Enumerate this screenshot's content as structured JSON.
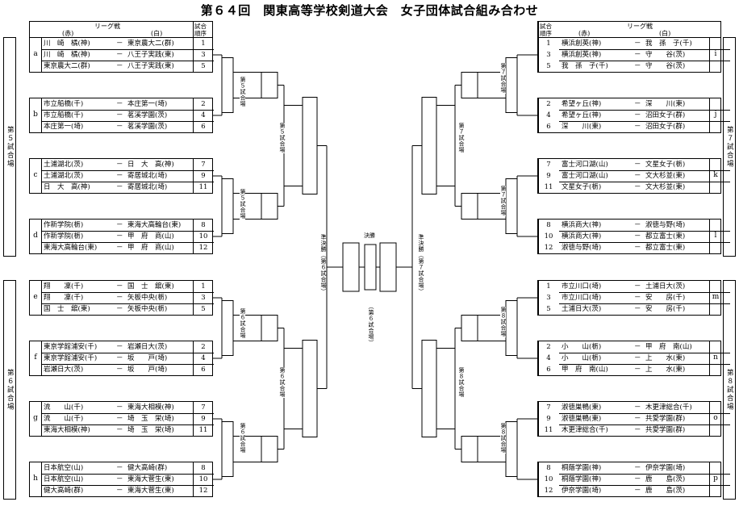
{
  "title": "第６４回　関東高等学校剣道大会　女子団体試合組み合わせ",
  "header": {
    "league": "リーグ戦",
    "red": "(赤)",
    "white": "(白)",
    "order": "試合\n順序"
  },
  "venues": {
    "v5": "第５試合場",
    "v6": "第６試合場",
    "v7": "第７試合場",
    "v8": "第８試合場"
  },
  "round_labels": {
    "r1_5a": "第５試合場",
    "r1_5b": "第５試合場",
    "r2_5": "第５試合場",
    "r1_6a": "第６試合場",
    "r1_6b": "第６試合場",
    "r2_6": "第６試合場",
    "r1_7a": "第７試合場",
    "r1_7b": "第７試合場",
    "r2_7": "第７試合場",
    "r1_8a": "第８試合場",
    "r1_8b": "第８試合場",
    "r2_8": "第８試合場",
    "semi_left": "準決勝（第６試合場）",
    "semi_right": "準決勝（第７試合場）",
    "final": "決勝",
    "final_venue": "（第６試合場）"
  },
  "left_groups": [
    {
      "id": "a",
      "matches": [
        {
          "red": "川　崎　橘(神)",
          "white": "東京農大二(群)",
          "order": "1"
        },
        {
          "red": "川　崎　橘(神)",
          "white": "八王子実践(東)",
          "order": "3"
        },
        {
          "red": "東京農大二(群)",
          "white": "八王子実践(東)",
          "order": "5"
        }
      ]
    },
    {
      "id": "b",
      "matches": [
        {
          "red": "市立船橋(千)",
          "white": "本庄第一(埼)",
          "order": "2"
        },
        {
          "red": "市立船橋(千)",
          "white": "茗溪学園(茨)",
          "order": "4"
        },
        {
          "red": "本庄第一(埼)",
          "white": "茗溪学園(茨)",
          "order": "6"
        }
      ]
    },
    {
      "id": "c",
      "matches": [
        {
          "red": "土浦湖北(茨)",
          "white": "日　大　高(神)",
          "order": "7"
        },
        {
          "red": "土浦湖北(茨)",
          "white": "寄居城北(埼)",
          "order": "9"
        },
        {
          "red": "日　大　高(神)",
          "white": "寄居城北(埼)",
          "order": "11"
        }
      ]
    },
    {
      "id": "d",
      "matches": [
        {
          "red": "作新学院(栃)",
          "white": "東海大高輪台(東)",
          "order": "8"
        },
        {
          "red": "作新学院(栃)",
          "white": "甲　府　商(山)",
          "order": "10"
        },
        {
          "red": "東海大高輪台(東)",
          "white": "甲　府　商(山)",
          "order": "12"
        }
      ]
    },
    {
      "id": "e",
      "matches": [
        {
          "red": "翔　　凜(千)",
          "white": "国　士　舘(東)",
          "order": "1"
        },
        {
          "red": "翔　　凜(千)",
          "white": "矢板中央(栃)",
          "order": "3"
        },
        {
          "red": "国　士　舘(東)",
          "white": "矢板中央(栃)",
          "order": "5"
        }
      ]
    },
    {
      "id": "f",
      "matches": [
        {
          "red": "東京学館浦安(千)",
          "white": "岩瀬日大(茨)",
          "order": "2"
        },
        {
          "red": "東京学館浦安(千)",
          "white": "坂　　戸(埼)",
          "order": "4"
        },
        {
          "red": "岩瀬日大(茨)",
          "white": "坂　　戸(埼)",
          "order": "6"
        }
      ]
    },
    {
      "id": "g",
      "matches": [
        {
          "red": "流　　山(千)",
          "white": "東海大相模(神)",
          "order": "7"
        },
        {
          "red": "流　　山(千)",
          "white": "埼　玉　栄(埼)",
          "order": "9"
        },
        {
          "red": "東海大相模(神)",
          "white": "埼　玉　栄(埼)",
          "order": "11"
        }
      ]
    },
    {
      "id": "h",
      "matches": [
        {
          "red": "日本航空(山)",
          "white": "健大高崎(群)",
          "order": "8"
        },
        {
          "red": "日本航空(山)",
          "white": "東海大菅生(東)",
          "order": "10"
        },
        {
          "red": "健大高崎(群)",
          "white": "東海大菅生(東)",
          "order": "12"
        }
      ]
    }
  ],
  "right_groups": [
    {
      "id": "i",
      "matches": [
        {
          "red": "横浜創英(神)",
          "white": "我　孫　子(千)",
          "order": "1"
        },
        {
          "red": "横浜創英(神)",
          "white": "守　　谷(茨)",
          "order": "3"
        },
        {
          "red": "我　孫　子(千)",
          "white": "守　　谷(茨)",
          "order": "5"
        }
      ]
    },
    {
      "id": "j",
      "matches": [
        {
          "red": "希望ヶ丘(神)",
          "white": "深　　川(東)",
          "order": "2"
        },
        {
          "red": "希望ヶ丘(神)",
          "white": "沼田女子(群)",
          "order": "4"
        },
        {
          "red": "深　　川(東)",
          "white": "沼田女子(群)",
          "order": "6"
        }
      ]
    },
    {
      "id": "k",
      "matches": [
        {
          "red": "富士河口湖(山)",
          "white": "文星女子(栃)",
          "order": "7"
        },
        {
          "red": "富士河口湖(山)",
          "white": "文大杉並(東)",
          "order": "9"
        },
        {
          "red": "文星女子(栃)",
          "white": "文大杉並(東)",
          "order": "11"
        }
      ]
    },
    {
      "id": "l",
      "matches": [
        {
          "red": "横浜商大(神)",
          "white": "淑徳与野(埼)",
          "order": "8"
        },
        {
          "red": "横浜商大(神)",
          "white": "都立富士(東)",
          "order": "10"
        },
        {
          "red": "淑徳与野(埼)",
          "white": "都立富士(東)",
          "order": "12"
        }
      ]
    },
    {
      "id": "m",
      "matches": [
        {
          "red": "市立川口(埼)",
          "white": "土浦日大(茨)",
          "order": "1"
        },
        {
          "red": "市立川口(埼)",
          "white": "安　　房(千)",
          "order": "3"
        },
        {
          "red": "土浦日大(茨)",
          "white": "安　　房(千)",
          "order": "5"
        }
      ]
    },
    {
      "id": "n",
      "matches": [
        {
          "red": "小　　山(栃)",
          "white": "甲　府　南(山)",
          "order": "2"
        },
        {
          "red": "小　　山(栃)",
          "white": "上　　水(東)",
          "order": "4"
        },
        {
          "red": "甲　府　南(山)",
          "white": "上　　水(東)",
          "order": "6"
        }
      ]
    },
    {
      "id": "o",
      "matches": [
        {
          "red": "淑徳巣鴨(東)",
          "white": "木更津総合(千)",
          "order": "7"
        },
        {
          "red": "淑徳巣鴨(東)",
          "white": "共愛学園(群)",
          "order": "9"
        },
        {
          "red": "木更津総合(千)",
          "white": "共愛学園(群)",
          "order": "11"
        }
      ]
    },
    {
      "id": "p",
      "matches": [
        {
          "red": "桐蔭学園(神)",
          "white": "伊奈学園(埼)",
          "order": "8"
        },
        {
          "red": "桐蔭学園(神)",
          "white": "鹿　　島(茨)",
          "order": "10"
        },
        {
          "red": "伊奈学園(埼)",
          "white": "鹿　　島(茨)",
          "order": "12"
        }
      ]
    }
  ]
}
